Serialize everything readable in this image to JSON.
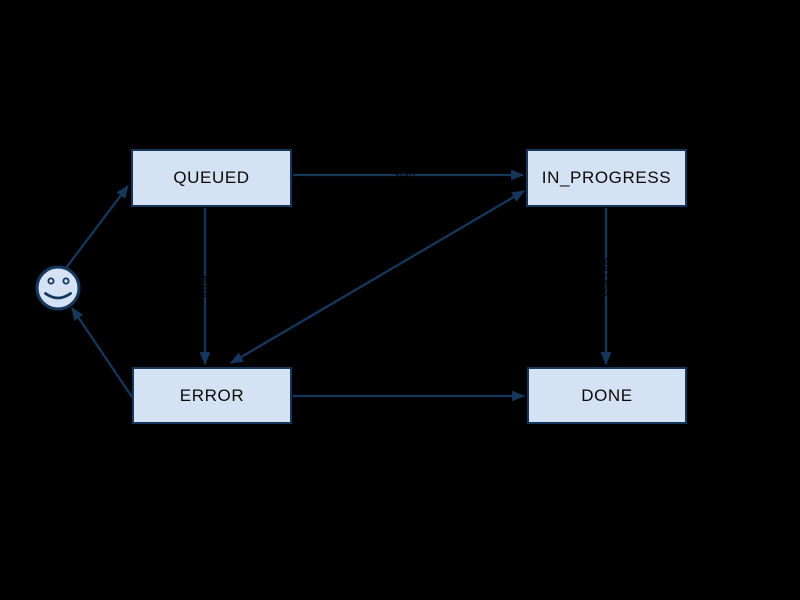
{
  "diagram": {
    "type": "state-machine",
    "background_color": "#000000",
    "stroke_color": "#16375c",
    "node_fill_color": "#d4e2f3",
    "node_text_color": "#0a0a0a",
    "edge_label_color": "#000000",
    "nodes": [
      {
        "id": "user",
        "kind": "smiley-face",
        "label": ""
      },
      {
        "id": "queued",
        "kind": "state",
        "label": "QUEUED"
      },
      {
        "id": "in_progress",
        "kind": "state",
        "label": "IN_PROGRESS"
      },
      {
        "id": "error",
        "kind": "state",
        "label": "ERROR"
      },
      {
        "id": "done",
        "kind": "state",
        "label": "DONE"
      }
    ],
    "edges": [
      {
        "from": "user",
        "to": "queued",
        "label": "",
        "bidirectional": false
      },
      {
        "from": "queued",
        "to": "in_progress",
        "label": "start",
        "bidirectional": false
      },
      {
        "from": "queued",
        "to": "error",
        "label": "error",
        "bidirectional": false
      },
      {
        "from": "in_progress",
        "to": "error",
        "label": "retry",
        "bidirectional": true
      },
      {
        "from": "in_progress",
        "to": "done",
        "label": "success",
        "bidirectional": false
      },
      {
        "from": "error",
        "to": "done",
        "label": "",
        "bidirectional": false
      },
      {
        "from": "error",
        "to": "user",
        "label": "",
        "bidirectional": false
      }
    ]
  }
}
